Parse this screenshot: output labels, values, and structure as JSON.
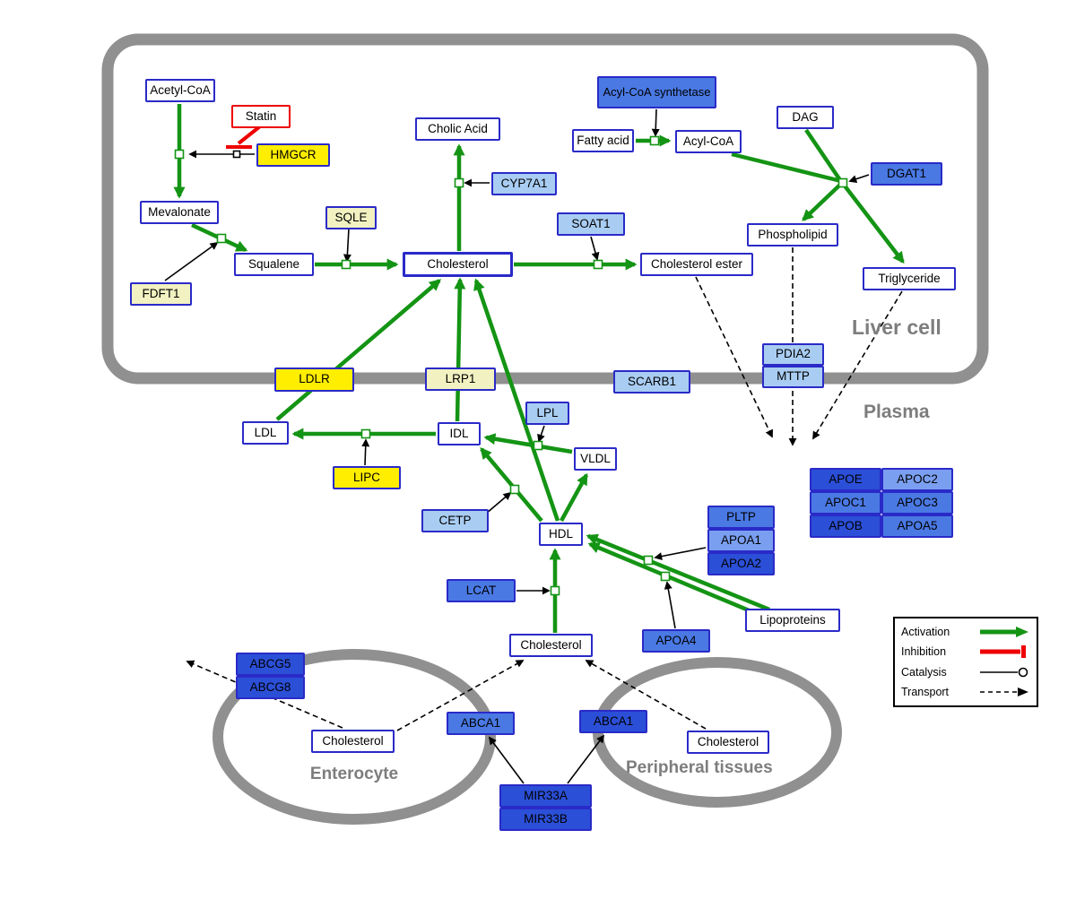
{
  "compartments": {
    "liver_cell": "Liver cell",
    "plasma": "Plasma",
    "enterocyte": "Enterocyte",
    "peripheral_tissues": "Peripheral tissues"
  },
  "nodes": {
    "acetyl_coa": "Acetyl-CoA",
    "statin": "Statin",
    "hmgcr": "HMGCR",
    "mevalonate": "Mevalonate",
    "fdft1": "FDFT1",
    "squalene": "Squalene",
    "sqle": "SQLE",
    "cholesterol_liver": "Cholesterol",
    "cholic_acid": "Cholic Acid",
    "cyp7a1": "CYP7A1",
    "soat1": "SOAT1",
    "cholesterol_ester": "Cholesterol ester",
    "acyl_coa_synthetase": "Acyl-CoA synthetase",
    "fatty_acid": "Fatty acid",
    "acyl_coa": "Acyl-CoA",
    "dag": "DAG",
    "dgat1": "DGAT1",
    "phospholipid": "Phospholipid",
    "triglyceride": "Triglyceride",
    "ldlr": "LDLR",
    "lrp1": "LRP1",
    "scarb1": "SCARB1",
    "pdia2": "PDIA2",
    "mttp": "MTTP",
    "ldl": "LDL",
    "idl": "IDL",
    "lpl": "LPL",
    "vldl": "VLDL",
    "lipc": "LIPC",
    "cetp": "CETP",
    "hdl": "HDL",
    "lcat": "LCAT",
    "pltp": "PLTP",
    "apoa1": "APOA1",
    "apoa2": "APOA2",
    "apoa4": "APOA4",
    "lipoproteins": "Lipoproteins",
    "apoe": "APOE",
    "apoc2": "APOC2",
    "apoc1": "APOC1",
    "apoc3": "APOC3",
    "apob": "APOB",
    "apoa5": "APOA5",
    "cholesterol_plasma": "Cholesterol",
    "abcg5": "ABCG5",
    "abcg8": "ABCG8",
    "cholesterol_enterocyte": "Cholesterol",
    "abca1_enterocyte": "ABCA1",
    "abca1_peripheral": "ABCA1",
    "cholesterol_peripheral": "Cholesterol",
    "mir33a": "MIR33A",
    "mir33b": "MIR33B"
  },
  "legend": {
    "activation": "Activation",
    "inhibition": "Inhibition",
    "catalysis": "Catalysis",
    "transport": "Transport"
  },
  "colors": {
    "activation_green": "#149414",
    "inhibition_red": "#ee0000",
    "membrane_gray": "#909090",
    "node_border_blue": "#2a2ac8",
    "enzyme_yellow": "#ffee00",
    "enzyme_pale_yellow": "#f1f1c1",
    "protein_light_blue": "#a9cdf2",
    "protein_medium_blue": "#4a79e4",
    "protein_dark_blue": "#2b4fd7"
  }
}
